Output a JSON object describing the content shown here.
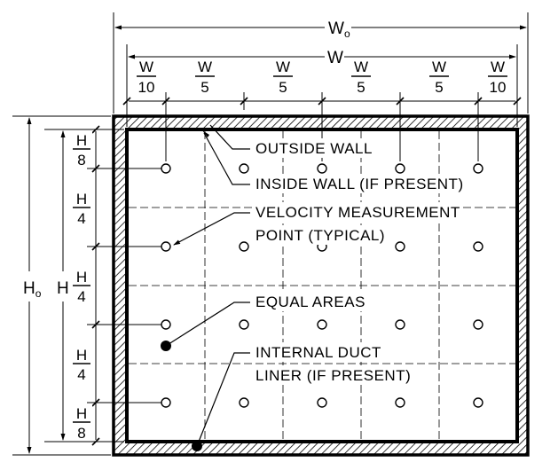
{
  "dimensions": {
    "outer_width": "W",
    "outer_width_sub": "o",
    "inner_width": "W",
    "outer_height": "H",
    "outer_height_sub": "o",
    "inner_height": "H"
  },
  "width_divisions": [
    {
      "num": "W",
      "den": "10"
    },
    {
      "num": "W",
      "den": "5"
    },
    {
      "num": "W",
      "den": "5"
    },
    {
      "num": "W",
      "den": "5"
    },
    {
      "num": "W",
      "den": "5"
    },
    {
      "num": "W",
      "den": "10"
    }
  ],
  "height_divisions": [
    {
      "num": "H",
      "den": "8"
    },
    {
      "num": "H",
      "den": "4"
    },
    {
      "num": "H",
      "den": "4"
    },
    {
      "num": "H",
      "den": "4"
    },
    {
      "num": "H",
      "den": "8"
    }
  ],
  "callouts": {
    "outside_wall": "OUTSIDE WALL",
    "inside_wall": "INSIDE WALL (IF PRESENT)",
    "velocity_line1": "VELOCITY MEASUREMENT",
    "velocity_line2": "POINT (TYPICAL)",
    "equal_areas": "EQUAL AREAS",
    "liner_line1": "INTERNAL DUCT",
    "liner_line2": "LINER (IF PRESENT)"
  },
  "grid": {
    "columns": 5,
    "rows": 4
  }
}
